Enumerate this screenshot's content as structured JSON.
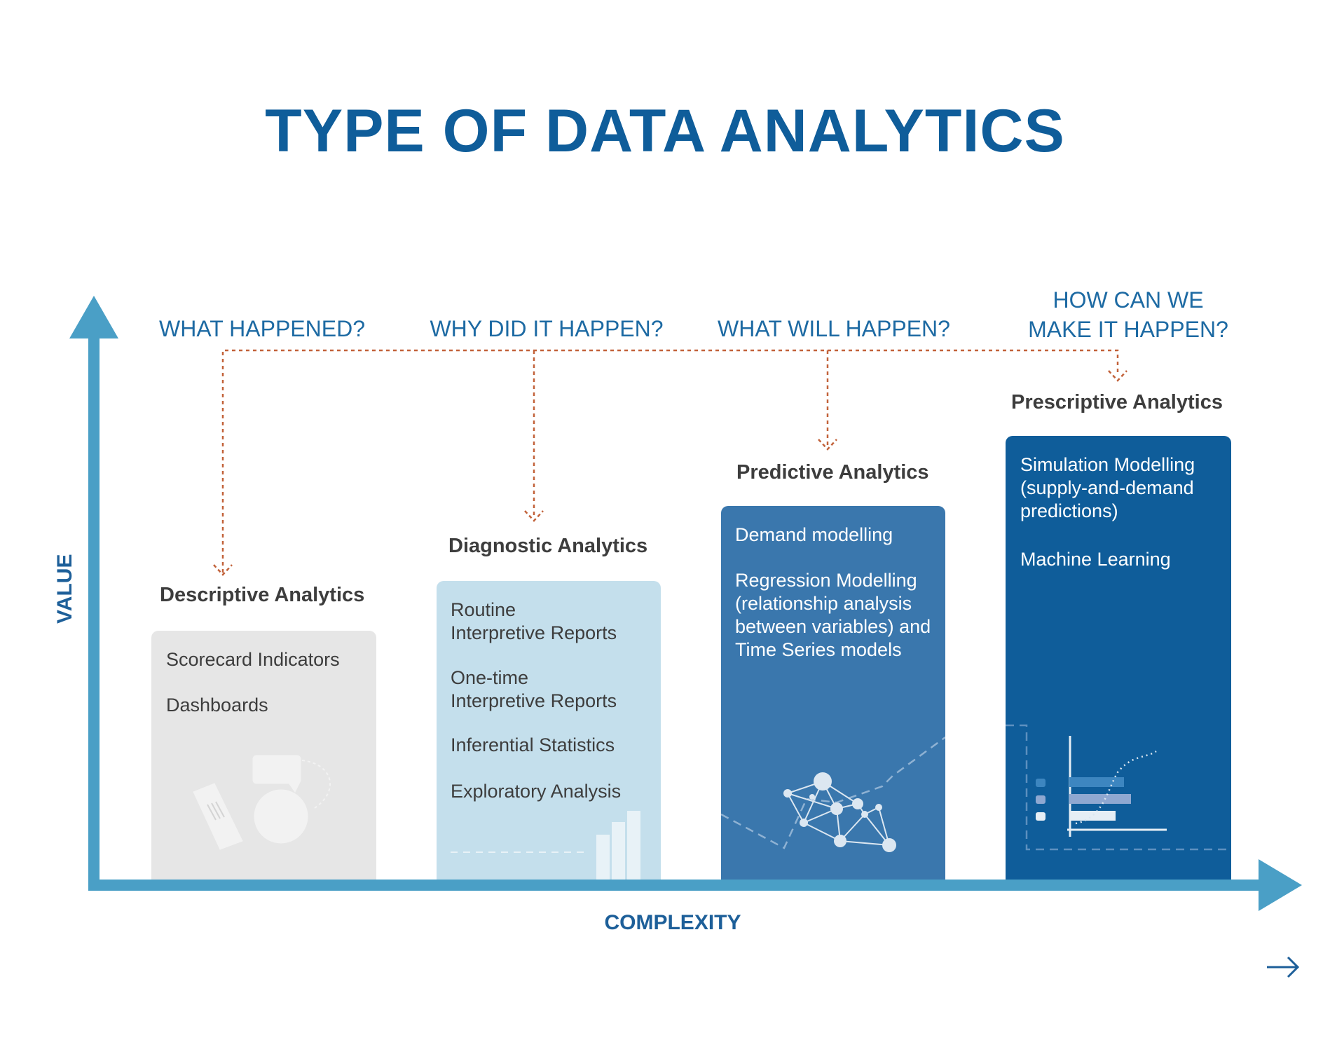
{
  "title": "TYPE OF DATA ANALYTICS",
  "axes": {
    "y_label": "VALUE",
    "x_label": "COMPLEXITY"
  },
  "questions": [
    "WHAT HAPPENED?",
    "WHY DID IT HAPPEN?",
    "WHAT WILL HAPPEN?",
    "HOW CAN WE\nMAKE IT HAPPEN?"
  ],
  "categories": [
    {
      "title": "Descriptive Analytics",
      "items": [
        "Scorecard Indicators",
        "Dashboards"
      ],
      "color": "#e6e6e6",
      "text_color": "#3d3d3d"
    },
    {
      "title": "Diagnostic Analytics",
      "items": [
        "Routine\nInterpretive Reports",
        "One-time\nInterpretive Reports",
        "Inferential Statistics",
        "Exploratory Analysis"
      ],
      "color": "#c4dfec",
      "text_color": "#3d3d3d"
    },
    {
      "title": "Predictive Analytics",
      "items": [
        "Demand modelling",
        "Regression Modelling\n(relationship analysis\nbetween variables) and\nTime Series models"
      ],
      "color": "#3a77ad",
      "text_color": "#ffffff"
    },
    {
      "title": "Prescriptive Analytics",
      "items": [
        "Simulation Modelling\n(supply-and-demand\npredictions)",
        "Machine Learning"
      ],
      "color": "#0f5d9a",
      "text_color": "#ffffff"
    }
  ],
  "colors": {
    "axis": "#4a9fc6",
    "connector": "#c2623a",
    "title": "#0f5d9a"
  },
  "icons": {
    "descriptive": "documents-chat-icon",
    "diagnostic": "bar-chart-icon",
    "predictive": "network-icon",
    "prescriptive": "trend-chart-icon",
    "corner": "arrow-right-icon"
  }
}
